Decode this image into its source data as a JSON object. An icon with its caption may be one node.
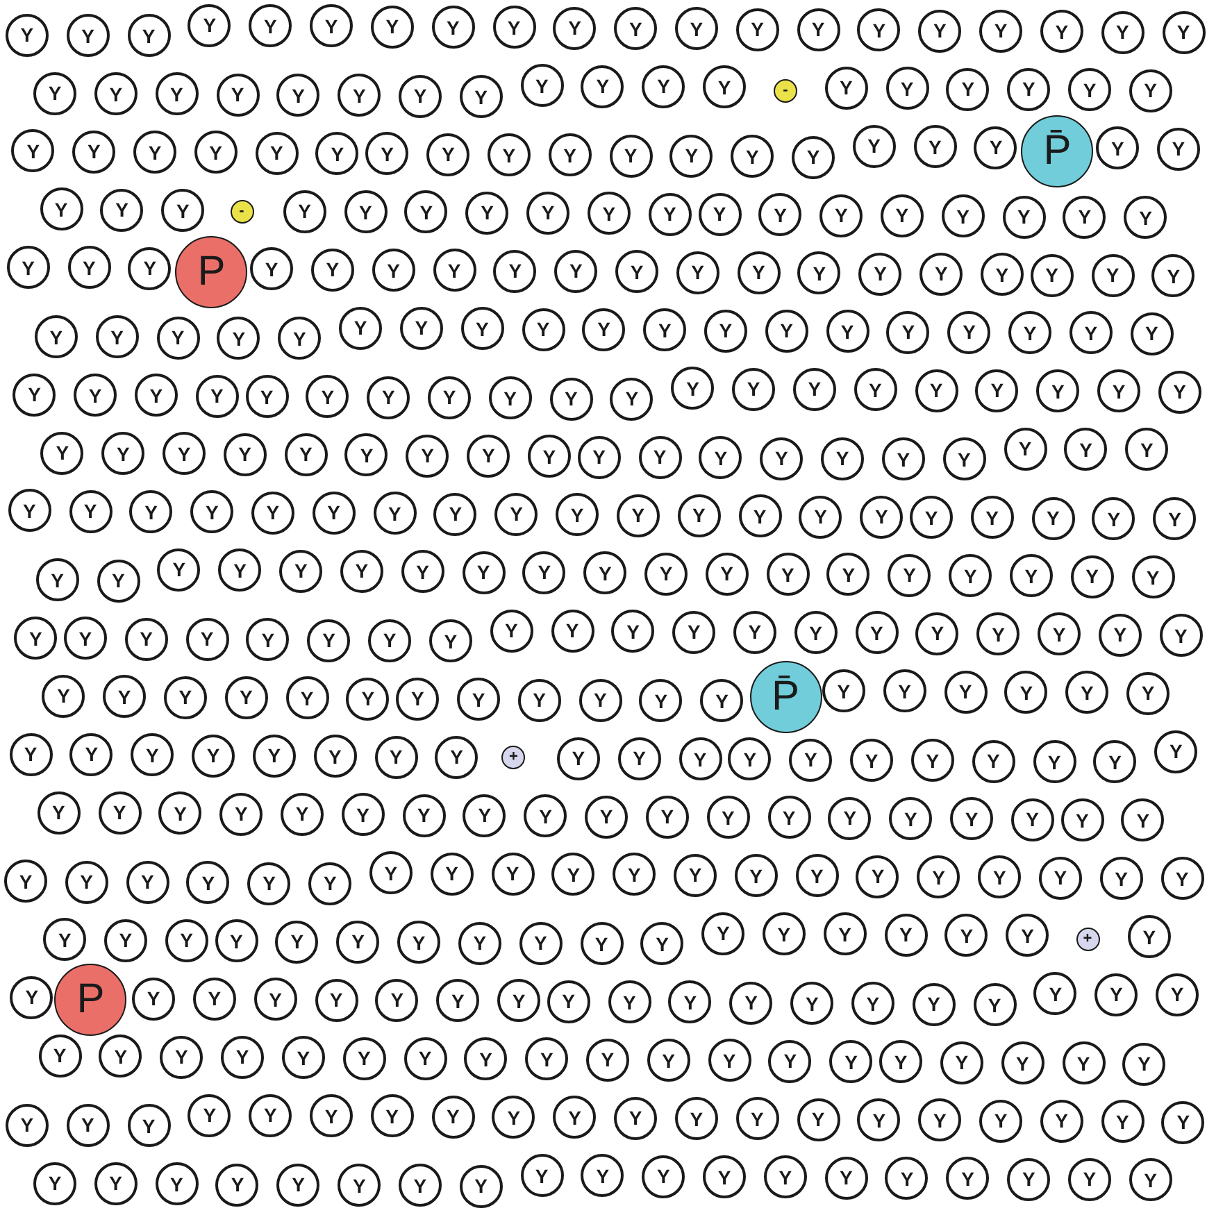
{
  "diagram": {
    "nodes": [
      {
        "text": [
          "Y"
        ]
      },
      {
        "text": [
          "Y"
        ]
      },
      {
        "text": [
          "Y"
        ]
      },
      {
        "text": [
          "Y"
        ]
      },
      {
        "text": [
          "Y"
        ]
      },
      {
        "text": [
          "Y"
        ]
      },
      {
        "text": [
          "Y"
        ]
      },
      {
        "text": [
          "Y"
        ]
      },
      {
        "text": [
          "Y"
        ]
      },
      {
        "text": [
          "Y"
        ]
      },
      {
        "text": [
          "Y"
        ]
      },
      {
        "text": [
          "Y"
        ]
      },
      {
        "text": [
          "Y"
        ]
      },
      {
        "text": [
          "Y"
        ]
      },
      {
        "text": [
          "Y"
        ]
      },
      {
        "text": [
          "Y"
        ]
      },
      {
        "text": [
          "Y"
        ]
      },
      {
        "text": [
          "Y"
        ]
      },
      {
        "text": [
          "Y"
        ]
      },
      {
        "text": [
          "Y"
        ]
      },
      {
        "text": [
          "Y"
        ]
      },
      {
        "text": [
          "Y"
        ]
      },
      {
        "text": [
          "Y"
        ]
      },
      {
        "text": [
          "Y"
        ]
      },
      {
        "text": [
          "Y"
        ]
      },
      {
        "text": [
          "Y"
        ]
      },
      {
        "text": [
          "Y"
        ]
      },
      {
        "text": [
          "Y"
        ]
      },
      {
        "text": [
          "Y"
        ]
      },
      {
        "text": [
          "Y"
        ]
      },
      {
        "text": [
          "Y"
        ]
      },
      {
        "text": [
          "Y"
        ]
      },
      {
        "text": [
          "-"
        ]
      },
      {
        "text": [
          "Y"
        ]
      },
      {
        "text": [
          "Y"
        ]
      },
      {
        "text": [
          "Y"
        ]
      },
      {
        "text": [
          "Y"
        ]
      },
      {
        "text": [
          "Y"
        ]
      },
      {
        "text": [
          "Y"
        ]
      },
      {
        "text": [
          "Y"
        ]
      },
      {
        "text": [
          "Y"
        ]
      },
      {
        "text": [
          "Y"
        ]
      },
      {
        "text": [
          "Y"
        ]
      },
      {
        "text": [
          "Y"
        ]
      },
      {
        "text": [
          "Y"
        ]
      },
      {
        "text": [
          "Y"
        ]
      },
      {
        "text": [
          "Y"
        ]
      },
      {
        "text": [
          "Y"
        ]
      },
      {
        "text": [
          "Y"
        ]
      },
      {
        "text": [
          "Y"
        ]
      },
      {
        "text": [
          "Y"
        ]
      },
      {
        "text": [
          "Y"
        ]
      },
      {
        "text": [
          "Y"
        ]
      },
      {
        "text": [
          "Y"
        ]
      },
      {
        "text": [
          "Y"
        ]
      },
      {
        "text": [
          "Y"
        ]
      },
      {
        "text": [
          "P̄"
        ]
      },
      {
        "text": [
          "Y"
        ]
      },
      {
        "text": [
          "Y"
        ]
      },
      {
        "text": [
          "Y"
        ]
      },
      {
        "text": [
          "Y"
        ]
      },
      {
        "text": [
          "Y"
        ]
      },
      {
        "text": [
          "-"
        ]
      },
      {
        "text": [
          "Y"
        ]
      },
      {
        "text": [
          "Y"
        ]
      },
      {
        "text": [
          "Y"
        ]
      },
      {
        "text": [
          "Y"
        ]
      },
      {
        "text": [
          "Y"
        ]
      },
      {
        "text": [
          "Y"
        ]
      },
      {
        "text": [
          "Y"
        ]
      },
      {
        "text": [
          "Y"
        ]
      },
      {
        "text": [
          "Y"
        ]
      },
      {
        "text": [
          "Y"
        ]
      },
      {
        "text": [
          "Y"
        ]
      },
      {
        "text": [
          "Y"
        ]
      },
      {
        "text": [
          "Y"
        ]
      },
      {
        "text": [
          "Y"
        ]
      },
      {
        "text": [
          "Y"
        ]
      },
      {
        "text": [
          "Y"
        ]
      },
      {
        "text": [
          "Y"
        ]
      },
      {
        "text": [
          "Y"
        ]
      },
      {
        "text": [
          "P"
        ]
      },
      {
        "text": [
          "Y"
        ]
      },
      {
        "text": [
          "Y"
        ]
      },
      {
        "text": [
          "Y"
        ]
      },
      {
        "text": [
          "Y"
        ]
      },
      {
        "text": [
          "Y"
        ]
      },
      {
        "text": [
          "Y"
        ]
      },
      {
        "text": [
          "Y"
        ]
      },
      {
        "text": [
          "Y"
        ]
      },
      {
        "text": [
          "Y"
        ]
      },
      {
        "text": [
          "Y"
        ]
      },
      {
        "text": [
          "Y"
        ]
      },
      {
        "text": [
          "Y"
        ]
      },
      {
        "text": [
          "Y"
        ]
      },
      {
        "text": [
          "Y"
        ]
      },
      {
        "text": [
          "Y"
        ]
      },
      {
        "text": [
          "Y"
        ]
      },
      {
        "text": [
          "Y"
        ]
      },
      {
        "text": [
          "Y"
        ]
      },
      {
        "text": [
          "Y"
        ]
      },
      {
        "text": [
          "Y"
        ]
      },
      {
        "text": [
          "Y"
        ]
      },
      {
        "text": [
          "Y"
        ]
      },
      {
        "text": [
          "Y"
        ]
      },
      {
        "text": [
          "Y"
        ]
      },
      {
        "text": [
          "Y"
        ]
      },
      {
        "text": [
          "Y"
        ]
      },
      {
        "text": [
          "Y"
        ]
      },
      {
        "text": [
          "Y"
        ]
      },
      {
        "text": [
          "Y"
        ]
      },
      {
        "text": [
          "Y"
        ]
      },
      {
        "text": [
          "Y"
        ]
      },
      {
        "text": [
          "Y"
        ]
      },
      {
        "text": [
          "Y"
        ]
      },
      {
        "text": [
          "Y"
        ]
      },
      {
        "text": [
          "Y"
        ]
      },
      {
        "text": [
          "Y"
        ]
      },
      {
        "text": [
          "Y"
        ]
      },
      {
        "text": [
          "Y"
        ]
      },
      {
        "text": [
          "Y"
        ]
      },
      {
        "text": [
          "Y"
        ]
      },
      {
        "text": [
          "Y"
        ]
      },
      {
        "text": [
          "Y"
        ]
      },
      {
        "text": [
          "Y"
        ]
      },
      {
        "text": [
          "Y"
        ]
      },
      {
        "text": [
          "Y"
        ]
      },
      {
        "text": [
          "Y"
        ]
      },
      {
        "text": [
          "Y"
        ]
      },
      {
        "text": [
          "Y"
        ]
      },
      {
        "text": [
          "Y"
        ]
      },
      {
        "text": [
          "Y"
        ]
      },
      {
        "text": [
          "Y"
        ]
      },
      {
        "text": [
          "Y"
        ]
      },
      {
        "text": [
          "Y"
        ]
      },
      {
        "text": [
          "Y"
        ]
      },
      {
        "text": [
          "Y"
        ]
      },
      {
        "text": [
          "Y"
        ]
      },
      {
        "text": [
          "Y"
        ]
      },
      {
        "text": [
          "Y"
        ]
      },
      {
        "text": [
          "Y"
        ]
      },
      {
        "text": [
          "Y"
        ]
      },
      {
        "text": [
          "Y"
        ]
      },
      {
        "text": [
          "Y"
        ]
      },
      {
        "text": [
          "Y"
        ]
      },
      {
        "text": [
          "Y"
        ]
      },
      {
        "text": [
          "Y"
        ]
      },
      {
        "text": [
          "Y"
        ]
      },
      {
        "text": [
          "Y"
        ]
      },
      {
        "text": [
          "Y"
        ]
      },
      {
        "text": [
          "Y"
        ]
      },
      {
        "text": [
          "Y"
        ]
      },
      {
        "text": [
          "Y"
        ]
      },
      {
        "text": [
          "Y"
        ]
      },
      {
        "text": [
          "Y"
        ]
      },
      {
        "text": [
          "Y"
        ]
      },
      {
        "text": [
          "Y"
        ]
      },
      {
        "text": [
          "Y"
        ]
      },
      {
        "text": [
          "Y"
        ]
      },
      {
        "text": [
          "Y"
        ]
      },
      {
        "text": [
          "Y"
        ]
      },
      {
        "text": [
          "Y"
        ]
      },
      {
        "text": [
          "Y"
        ]
      },
      {
        "text": [
          "Y"
        ]
      },
      {
        "text": [
          "Y"
        ]
      },
      {
        "text": [
          "Y"
        ]
      },
      {
        "text": [
          "Y"
        ]
      },
      {
        "text": [
          "Y"
        ]
      },
      {
        "text": [
          "Y"
        ]
      },
      {
        "text": [
          "Y"
        ]
      },
      {
        "text": [
          "Y"
        ]
      },
      {
        "text": [
          "Y"
        ]
      },
      {
        "text": [
          "Y"
        ]
      },
      {
        "text": [
          "Y"
        ]
      },
      {
        "text": [
          "Y"
        ]
      },
      {
        "text": [
          "Y"
        ]
      },
      {
        "text": [
          "Y"
        ]
      },
      {
        "text": [
          "Y"
        ]
      },
      {
        "text": [
          "Y"
        ]
      },
      {
        "text": [
          "Y"
        ]
      },
      {
        "text": [
          "Y"
        ]
      },
      {
        "text": [
          "Y"
        ]
      },
      {
        "text": [
          "Y"
        ]
      },
      {
        "text": [
          "Y"
        ]
      },
      {
        "text": [
          "Y"
        ]
      },
      {
        "text": [
          "Y"
        ]
      },
      {
        "text": [
          "Y"
        ]
      },
      {
        "text": [
          "Y"
        ]
      },
      {
        "text": [
          "Y"
        ]
      },
      {
        "text": [
          "Y"
        ]
      },
      {
        "text": [
          "Y"
        ]
      },
      {
        "text": [
          "Y"
        ]
      },
      {
        "text": [
          "Y"
        ]
      },
      {
        "text": [
          "Y"
        ]
      },
      {
        "text": [
          "Y"
        ]
      },
      {
        "text": [
          "Y"
        ]
      },
      {
        "text": [
          "Y"
        ]
      },
      {
        "text": [
          "Y"
        ]
      },
      {
        "text": [
          "Y"
        ]
      },
      {
        "text": [
          "Y"
        ]
      },
      {
        "text": [
          "Y"
        ]
      },
      {
        "text": [
          "Y"
        ]
      },
      {
        "text": [
          "Y"
        ]
      },
      {
        "text": [
          "Y"
        ]
      },
      {
        "text": [
          "Y"
        ]
      },
      {
        "text": [
          "Y"
        ]
      },
      {
        "text": [
          "Y"
        ]
      },
      {
        "text": [
          "Y"
        ]
      },
      {
        "text": [
          "Y"
        ]
      },
      {
        "text": [
          "Y"
        ]
      },
      {
        "text": [
          "Y"
        ]
      },
      {
        "text": [
          "Y"
        ]
      },
      {
        "text": [
          "Y"
        ]
      },
      {
        "text": [
          "Y"
        ]
      },
      {
        "text": [
          "Y"
        ]
      },
      {
        "text": [
          "Y"
        ]
      },
      {
        "text": [
          "Y"
        ]
      },
      {
        "text": [
          "Y"
        ]
      },
      {
        "text": [
          "Y"
        ]
      },
      {
        "text": [
          "Y"
        ]
      },
      {
        "text": [
          "Y"
        ]
      },
      {
        "text": [
          "Y"
        ]
      },
      {
        "text": [
          "Y"
        ]
      },
      {
        "text": [
          "Y"
        ]
      },
      {
        "text": [
          "Y"
        ]
      },
      {
        "text": [
          "Y"
        ]
      },
      {
        "text": [
          "Y"
        ]
      },
      {
        "text": [
          "P̄"
        ]
      },
      {
        "text": [
          "Y"
        ]
      },
      {
        "text": [
          "Y"
        ]
      },
      {
        "text": [
          "Y"
        ]
      },
      {
        "text": [
          "Y"
        ]
      },
      {
        "text": [
          "Y"
        ]
      },
      {
        "text": [
          "Y"
        ]
      },
      {
        "text": [
          "Y"
        ]
      },
      {
        "text": [
          "Y"
        ]
      },
      {
        "text": [
          "Y"
        ]
      },
      {
        "text": [
          "Y"
        ]
      },
      {
        "text": [
          "Y"
        ]
      },
      {
        "text": [
          "Y"
        ]
      },
      {
        "text": [
          "Y"
        ]
      },
      {
        "text": [
          "Y"
        ]
      },
      {
        "text": [
          "+"
        ]
      },
      {
        "text": [
          "Y"
        ]
      },
      {
        "text": [
          "Y"
        ]
      },
      {
        "text": [
          "Y"
        ]
      },
      {
        "text": [
          "Y"
        ]
      },
      {
        "text": [
          "Y"
        ]
      },
      {
        "text": [
          "Y"
        ]
      },
      {
        "text": [
          "Y"
        ]
      },
      {
        "text": [
          "Y"
        ]
      },
      {
        "text": [
          "Y"
        ]
      },
      {
        "text": [
          "Y"
        ]
      },
      {
        "text": [
          "Y"
        ]
      },
      {
        "text": [
          "Y"
        ]
      },
      {
        "text": [
          "Y"
        ]
      },
      {
        "text": [
          "Y"
        ]
      },
      {
        "text": [
          "Y"
        ]
      },
      {
        "text": [
          "Y"
        ]
      },
      {
        "text": [
          "Y"
        ]
      },
      {
        "text": [
          "Y"
        ]
      },
      {
        "text": [
          "Y"
        ]
      },
      {
        "text": [
          "Y"
        ]
      },
      {
        "text": [
          "Y"
        ]
      },
      {
        "text": [
          "Y"
        ]
      },
      {
        "text": [
          "Y"
        ]
      },
      {
        "text": [
          "Y"
        ]
      },
      {
        "text": [
          "Y"
        ]
      },
      {
        "text": [
          "Y"
        ]
      },
      {
        "text": [
          "Y"
        ]
      },
      {
        "text": [
          "Y"
        ]
      },
      {
        "text": [
          "Y"
        ]
      },
      {
        "text": [
          "Y"
        ]
      },
      {
        "text": [
          "Y"
        ]
      },
      {
        "text": [
          "Y"
        ]
      },
      {
        "text": [
          "Y"
        ]
      },
      {
        "text": [
          "Y"
        ]
      },
      {
        "text": [
          "Y"
        ]
      },
      {
        "text": [
          "Y"
        ]
      },
      {
        "text": [
          "Y"
        ]
      },
      {
        "text": [
          "Y"
        ]
      },
      {
        "text": [
          "Y"
        ]
      },
      {
        "text": [
          "Y"
        ]
      },
      {
        "text": [
          "Y"
        ]
      },
      {
        "text": [
          "Y"
        ]
      },
      {
        "text": [
          "Y"
        ]
      },
      {
        "text": [
          "Y"
        ]
      },
      {
        "text": [
          "Y"
        ]
      },
      {
        "text": [
          "Y"
        ]
      },
      {
        "text": [
          "Y"
        ]
      },
      {
        "text": [
          "Y"
        ]
      },
      {
        "text": [
          "Y"
        ]
      },
      {
        "text": [
          "Y"
        ]
      },
      {
        "text": [
          "Y"
        ]
      },
      {
        "text": [
          "Y"
        ]
      },
      {
        "text": [
          "Y"
        ]
      },
      {
        "text": [
          "Y"
        ]
      },
      {
        "text": [
          "Y"
        ]
      },
      {
        "text": [
          "Y"
        ]
      },
      {
        "text": [
          "Y"
        ]
      },
      {
        "text": [
          "Y"
        ]
      },
      {
        "text": [
          "Y"
        ]
      },
      {
        "text": [
          "Y"
        ]
      },
      {
        "text": [
          "Y"
        ]
      },
      {
        "text": [
          "Y"
        ]
      },
      {
        "text": [
          "Y"
        ]
      },
      {
        "text": [
          "Y"
        ]
      },
      {
        "text": [
          "Y"
        ]
      },
      {
        "text": [
          "Y"
        ]
      },
      {
        "text": [
          "Y"
        ]
      },
      {
        "text": [
          "+"
        ]
      },
      {
        "text": [
          "Y"
        ]
      },
      {
        "text": [
          "Y"
        ]
      },
      {
        "text": [
          "P"
        ]
      },
      {
        "text": [
          "Y"
        ]
      },
      {
        "text": [
          "Y"
        ]
      },
      {
        "text": [
          "Y"
        ]
      },
      {
        "text": [
          "Y"
        ]
      },
      {
        "text": [
          "Y"
        ]
      },
      {
        "text": [
          "Y"
        ]
      },
      {
        "text": [
          "Y"
        ]
      },
      {
        "text": [
          "Y"
        ]
      },
      {
        "text": [
          "Y"
        ]
      },
      {
        "text": [
          "Y"
        ]
      },
      {
        "text": [
          "Y"
        ]
      },
      {
        "text": [
          "Y"
        ]
      },
      {
        "text": [
          "Y"
        ]
      },
      {
        "text": [
          "Y"
        ]
      },
      {
        "text": [
          "Y"
        ]
      },
      {
        "text": [
          "Y"
        ]
      },
      {
        "text": [
          "Y"
        ]
      },
      {
        "text": [
          "Y"
        ]
      },
      {
        "text": [
          "Y"
        ]
      },
      {
        "text": [
          "Y"
        ]
      },
      {
        "text": [
          "Y"
        ]
      },
      {
        "text": [
          "Y"
        ]
      },
      {
        "text": [
          "Y"
        ]
      },
      {
        "text": [
          "Y"
        ]
      },
      {
        "text": [
          "Y"
        ]
      },
      {
        "text": [
          "Y"
        ]
      },
      {
        "text": [
          "Y"
        ]
      },
      {
        "text": [
          "Y"
        ]
      },
      {
        "text": [
          "Y"
        ]
      },
      {
        "text": [
          "Y"
        ]
      },
      {
        "text": [
          "Y"
        ]
      },
      {
        "text": [
          "Y"
        ]
      },
      {
        "text": [
          "Y"
        ]
      },
      {
        "text": [
          "Y"
        ]
      },
      {
        "text": [
          "Y"
        ]
      },
      {
        "text": [
          "Y"
        ]
      },
      {
        "text": [
          "Y"
        ]
      },
      {
        "text": [
          "Y"
        ]
      },
      {
        "text": [
          "Y"
        ]
      },
      {
        "text": [
          "Y"
        ]
      },
      {
        "text": [
          "Y"
        ]
      },
      {
        "text": [
          "Y"
        ]
      },
      {
        "text": [
          "Y"
        ]
      },
      {
        "text": [
          "Y"
        ]
      },
      {
        "text": [
          "Y"
        ]
      },
      {
        "text": [
          "Y"
        ]
      },
      {
        "text": [
          "Y"
        ]
      },
      {
        "text": [
          "Y"
        ]
      },
      {
        "text": [
          "Y"
        ]
      },
      {
        "text": [
          "Y"
        ]
      },
      {
        "text": [
          "Y"
        ]
      },
      {
        "text": [
          "Y"
        ]
      },
      {
        "text": [
          "Y"
        ]
      },
      {
        "text": [
          "Y"
        ]
      },
      {
        "text": [
          "Y"
        ]
      },
      {
        "text": [
          "Y"
        ]
      },
      {
        "text": [
          "Y"
        ]
      },
      {
        "text": [
          "Y"
        ]
      },
      {
        "text": [
          "Y"
        ]
      },
      {
        "text": [
          "Y"
        ]
      },
      {
        "text": [
          "Y"
        ]
      },
      {
        "text": [
          "Y"
        ]
      },
      {
        "text": [
          "Y"
        ]
      },
      {
        "text": [
          "Y"
        ]
      },
      {
        "text": [
          "Y"
        ]
      },
      {
        "text": [
          "Y"
        ]
      },
      {
        "text": [
          "Y"
        ]
      },
      {
        "text": [
          "Y"
        ]
      },
      {
        "text": [
          "Y"
        ]
      },
      {
        "text": [
          "Y"
        ]
      },
      {
        "text": [
          "Y"
        ]
      },
      {
        "text": [
          "Y"
        ]
      },
      {
        "text": [
          "Y"
        ]
      },
      {
        "text": [
          "Y"
        ]
      },
      {
        "text": [
          "Y"
        ]
      },
      {
        "text": [
          "Y"
        ]
      }
    ]
  }
}
